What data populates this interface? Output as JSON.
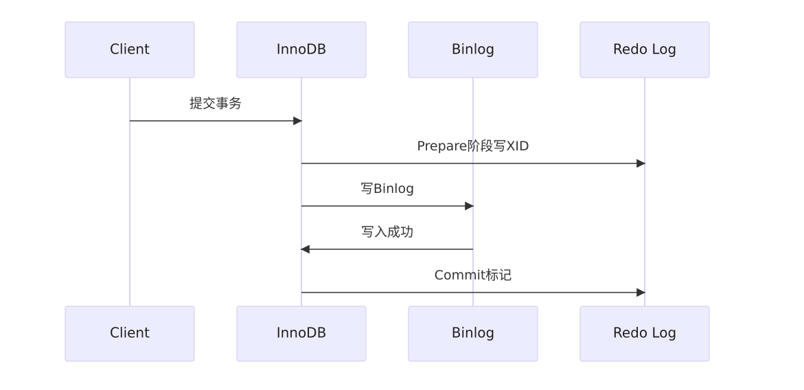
{
  "participants": [
    {
      "id": "client",
      "label": "Client"
    },
    {
      "id": "innodb",
      "label": "InnoDB"
    },
    {
      "id": "binlog",
      "label": "Binlog"
    },
    {
      "id": "redo",
      "label": "Redo Log"
    }
  ],
  "messages": [
    {
      "from": "client",
      "to": "innodb",
      "label": "提交事务"
    },
    {
      "from": "innodb",
      "to": "redo",
      "label": "Prepare阶段写XID"
    },
    {
      "from": "innodb",
      "to": "binlog",
      "label": "写Binlog"
    },
    {
      "from": "binlog",
      "to": "innodb",
      "label": "写入成功"
    },
    {
      "from": "innodb",
      "to": "redo",
      "label": "Commit标记"
    }
  ]
}
